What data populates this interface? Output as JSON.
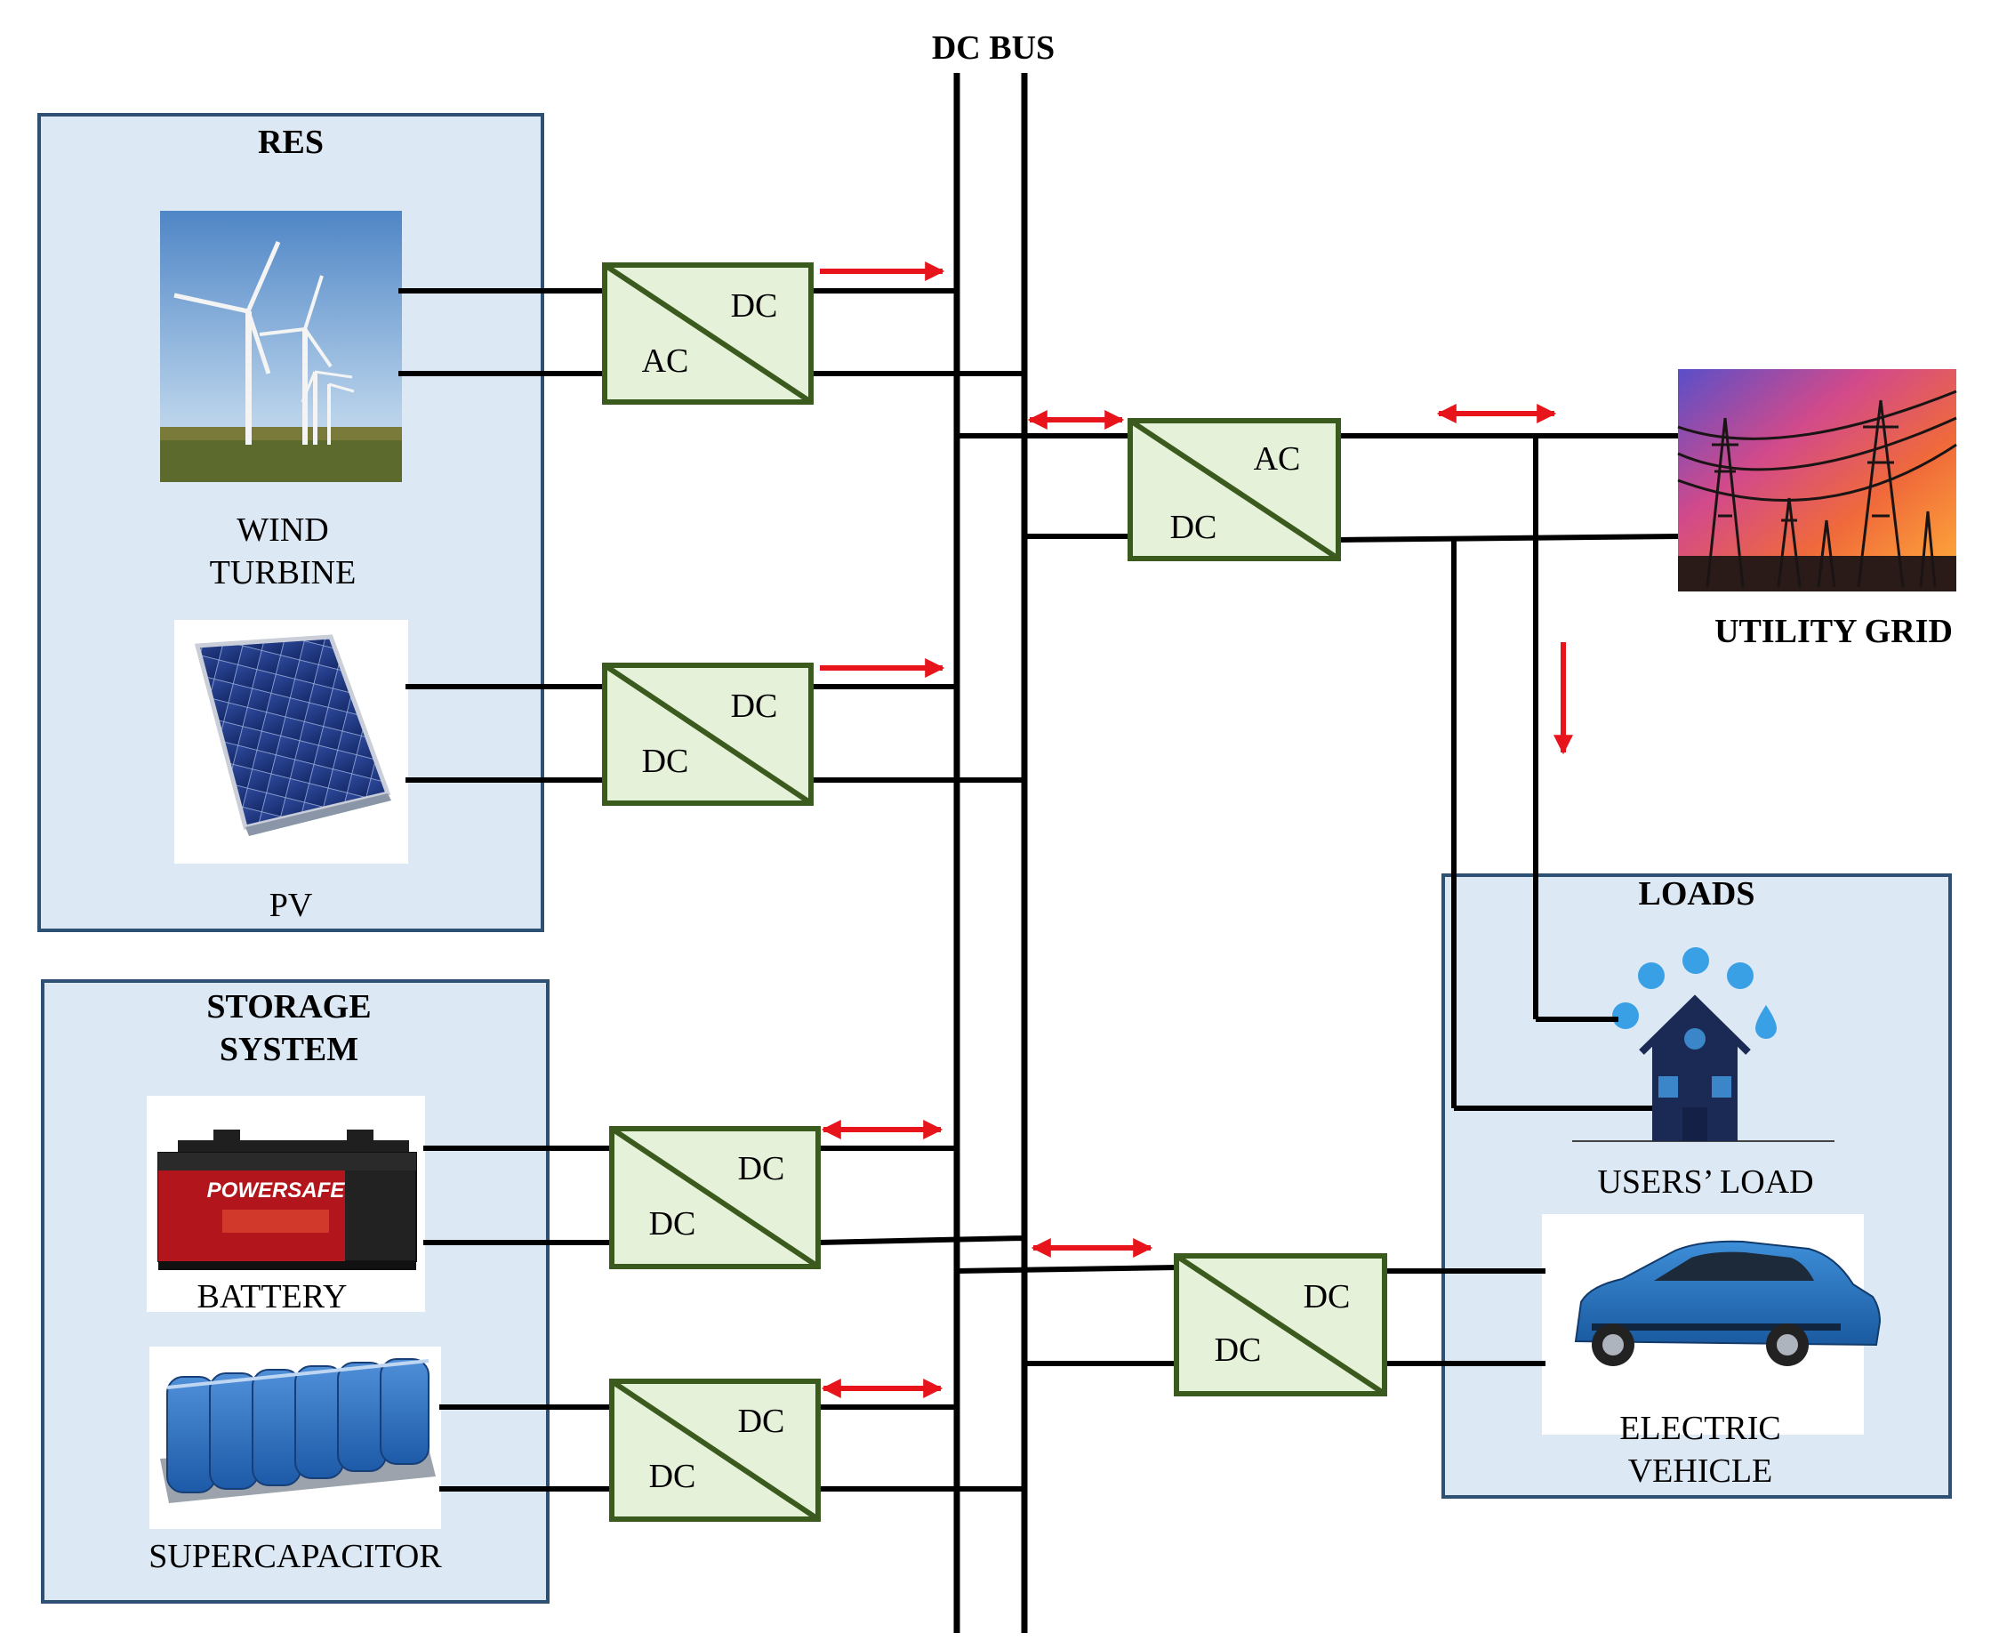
{
  "bus": {
    "label": "DC BUS"
  },
  "res": {
    "title": "RES",
    "wind_label_line1": "WIND",
    "wind_label_line2": "TURBINE",
    "pv_label": "PV"
  },
  "storage": {
    "title_line1": "STORAGE",
    "title_line2": "SYSTEM",
    "battery_label": "BATTERY",
    "supercap_label": "SUPERCAPACITOR"
  },
  "grid": {
    "label": "UTILITY GRID"
  },
  "loads": {
    "title": "LOADS",
    "users_label": "USERS’ LOAD",
    "ev_label_line1": "ELECTRIC",
    "ev_label_line2": "VEHICLE"
  },
  "converters": {
    "wind": {
      "top": "DC",
      "bottom": "AC"
    },
    "pv": {
      "top": "DC",
      "bottom": "DC"
    },
    "grid": {
      "top": "AC",
      "bottom": "DC"
    },
    "battery": {
      "top": "DC",
      "bottom": "DC"
    },
    "supercap": {
      "top": "DC",
      "bottom": "DC"
    },
    "ev": {
      "top": "DC",
      "bottom": "DC"
    }
  },
  "colors": {
    "panel_fill": "#dde8f5",
    "panel_border": "#2e5072",
    "converter_fill": "#e6f1d9",
    "converter_border": "#3b5a1e",
    "arrow": "#e8141b",
    "line": "#000000"
  },
  "icons": {
    "wind_image": "wind-turbines-icon",
    "pv_image": "solar-panel-icon",
    "battery_image": "battery-icon",
    "supercap_image": "supercapacitor-icon",
    "grid_image": "power-towers-icon",
    "house_image": "house-icon",
    "ev_image": "car-icon"
  }
}
